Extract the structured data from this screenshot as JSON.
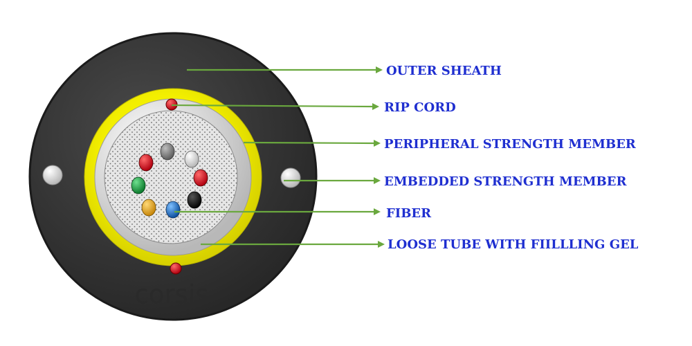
{
  "diagram": {
    "brand_text": "corsis",
    "colors": {
      "outer_sheath": "#3b3b3b",
      "strength_ring": "#f0ec00",
      "loose_tube": "#f2f2f2",
      "gel": "#e3e3e3",
      "leader": "#6aa83e",
      "label": "#1f2fd0",
      "rip_cord": "#d8141a"
    },
    "labels": {
      "outer_sheath": "OUTER SHEATH",
      "rip_cord": "RIP CORD",
      "peripheral_strength_member": "PERIPHERAL STRENGTH MEMBER",
      "embedded_strength_member": "EMBEDDED STRENGTH MEMBER",
      "fiber": "FIBER",
      "loose_tube": "LOOSE TUBE WITH FIILLLING GEL"
    },
    "fiber_colors": [
      "gray",
      "white",
      "red",
      "black",
      "blue",
      "orange",
      "green",
      "red"
    ]
  }
}
